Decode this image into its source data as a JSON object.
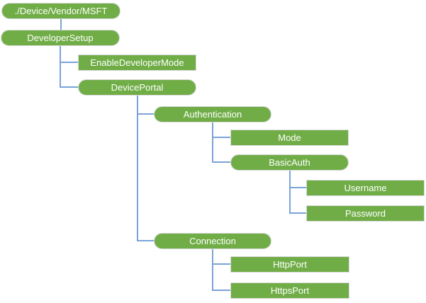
{
  "diagram": {
    "type": "hierarchy-tree",
    "description": "CSP configuration node tree",
    "colors": {
      "node_fill": "#70AD47",
      "node_border": "#D9D9D9",
      "node_text": "#FFFFFF",
      "connector": "#7BA3D9",
      "background": "#FFFFFF"
    },
    "nodes": [
      {
        "label": "./Device/Vendor/MSFT",
        "shape": "rounded",
        "level": 0,
        "parent": null
      },
      {
        "label": "DeveloperSetup",
        "shape": "rounded",
        "level": 0,
        "parent": "./Device/Vendor/MSFT"
      },
      {
        "label": "EnableDeveloperMode",
        "shape": "rect",
        "level": 1,
        "parent": "DeveloperSetup"
      },
      {
        "label": "DevicePortal",
        "shape": "rounded",
        "level": 1,
        "parent": "DeveloperSetup"
      },
      {
        "label": "Authentication",
        "shape": "rounded",
        "level": 2,
        "parent": "DevicePortal"
      },
      {
        "label": "Mode",
        "shape": "rect",
        "level": 3,
        "parent": "Authentication"
      },
      {
        "label": "BasicAuth",
        "shape": "rounded",
        "level": 3,
        "parent": "Authentication"
      },
      {
        "label": "Username",
        "shape": "rect",
        "level": 4,
        "parent": "BasicAuth"
      },
      {
        "label": "Password",
        "shape": "rect",
        "level": 4,
        "parent": "BasicAuth"
      },
      {
        "label": "Connection",
        "shape": "rounded",
        "level": 2,
        "parent": "DevicePortal"
      },
      {
        "label": "HttpPort",
        "shape": "rect",
        "level": 3,
        "parent": "Connection"
      },
      {
        "label": "HttpsPort",
        "shape": "rect",
        "level": 3,
        "parent": "Connection"
      }
    ]
  }
}
